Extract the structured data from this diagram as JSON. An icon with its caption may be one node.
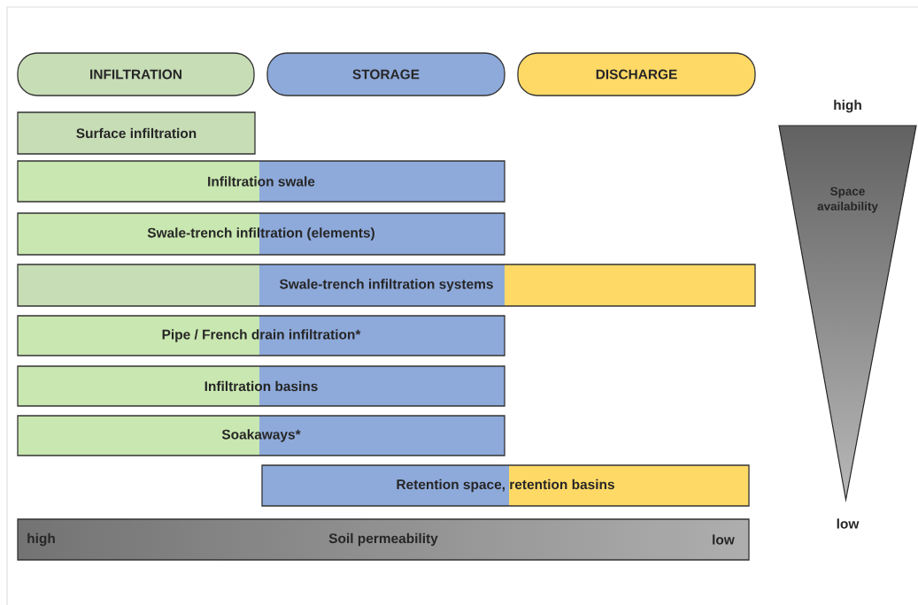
{
  "diagram": {
    "nodes": [
      {
        "text": [
          "INFILTRATION"
        ]
      },
      {
        "text": [
          "STORAGE"
        ]
      },
      {
        "text": [
          "DISCHARGE"
        ]
      },
      {
        "text": [
          "Surface infiltration"
        ]
      },
      {
        "text": [
          "Infiltration swale"
        ]
      },
      {
        "text": [
          "Swale-trench infiltration (elements)"
        ]
      },
      {
        "text": [
          "Swale-trench infiltration systems"
        ]
      },
      {
        "text": [
          "Pipe / French drain infiltration*"
        ]
      },
      {
        "text": [
          "Infiltration basins"
        ]
      },
      {
        "text": [
          "Soakaways*"
        ]
      },
      {
        "text": [
          "Retention space, retention basins"
        ]
      },
      {
        "text": [
          "high",
          "Soil permeability",
          "low"
        ]
      },
      {
        "text": [
          "Space availability"
        ],
        "beside": [
          "high",
          "low"
        ]
      }
    ]
  }
}
